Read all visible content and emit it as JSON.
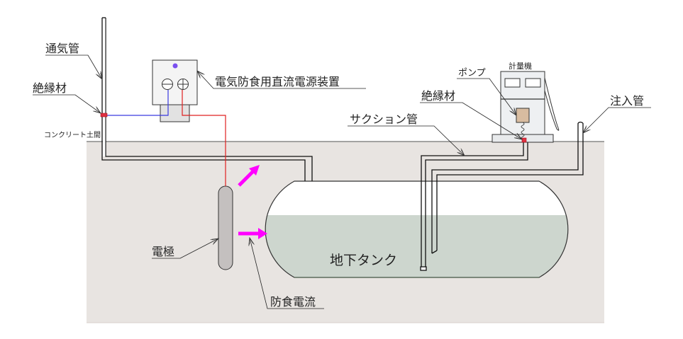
{
  "labels": {
    "vent_pipe": "通気管",
    "insulator_left": "絶縁材",
    "concrete_floor": "コンクリート土間",
    "power_supply": "電気防食用直流電源装置",
    "pump": "ポンプ",
    "dispenser": "計量機",
    "insulator_right": "絶縁材",
    "suction_pipe": "サクション管",
    "fill_pipe": "注入管",
    "electrode": "電極",
    "tank": "地下タンク",
    "protective_current": "防食電流"
  },
  "colors": {
    "ground": "#e8e4e1",
    "fuel": "#cdd6ce",
    "positive_wire": "#e02020",
    "negative_wire": "#3030e0",
    "current_arrow": "#ff00ff",
    "insulator": "#e03040",
    "pump_box": "#d8bca0",
    "indicator": "#7a4ff0"
  },
  "icons": {
    "minus_terminal": "circle-minus",
    "plus_terminal": "circle-plus"
  }
}
